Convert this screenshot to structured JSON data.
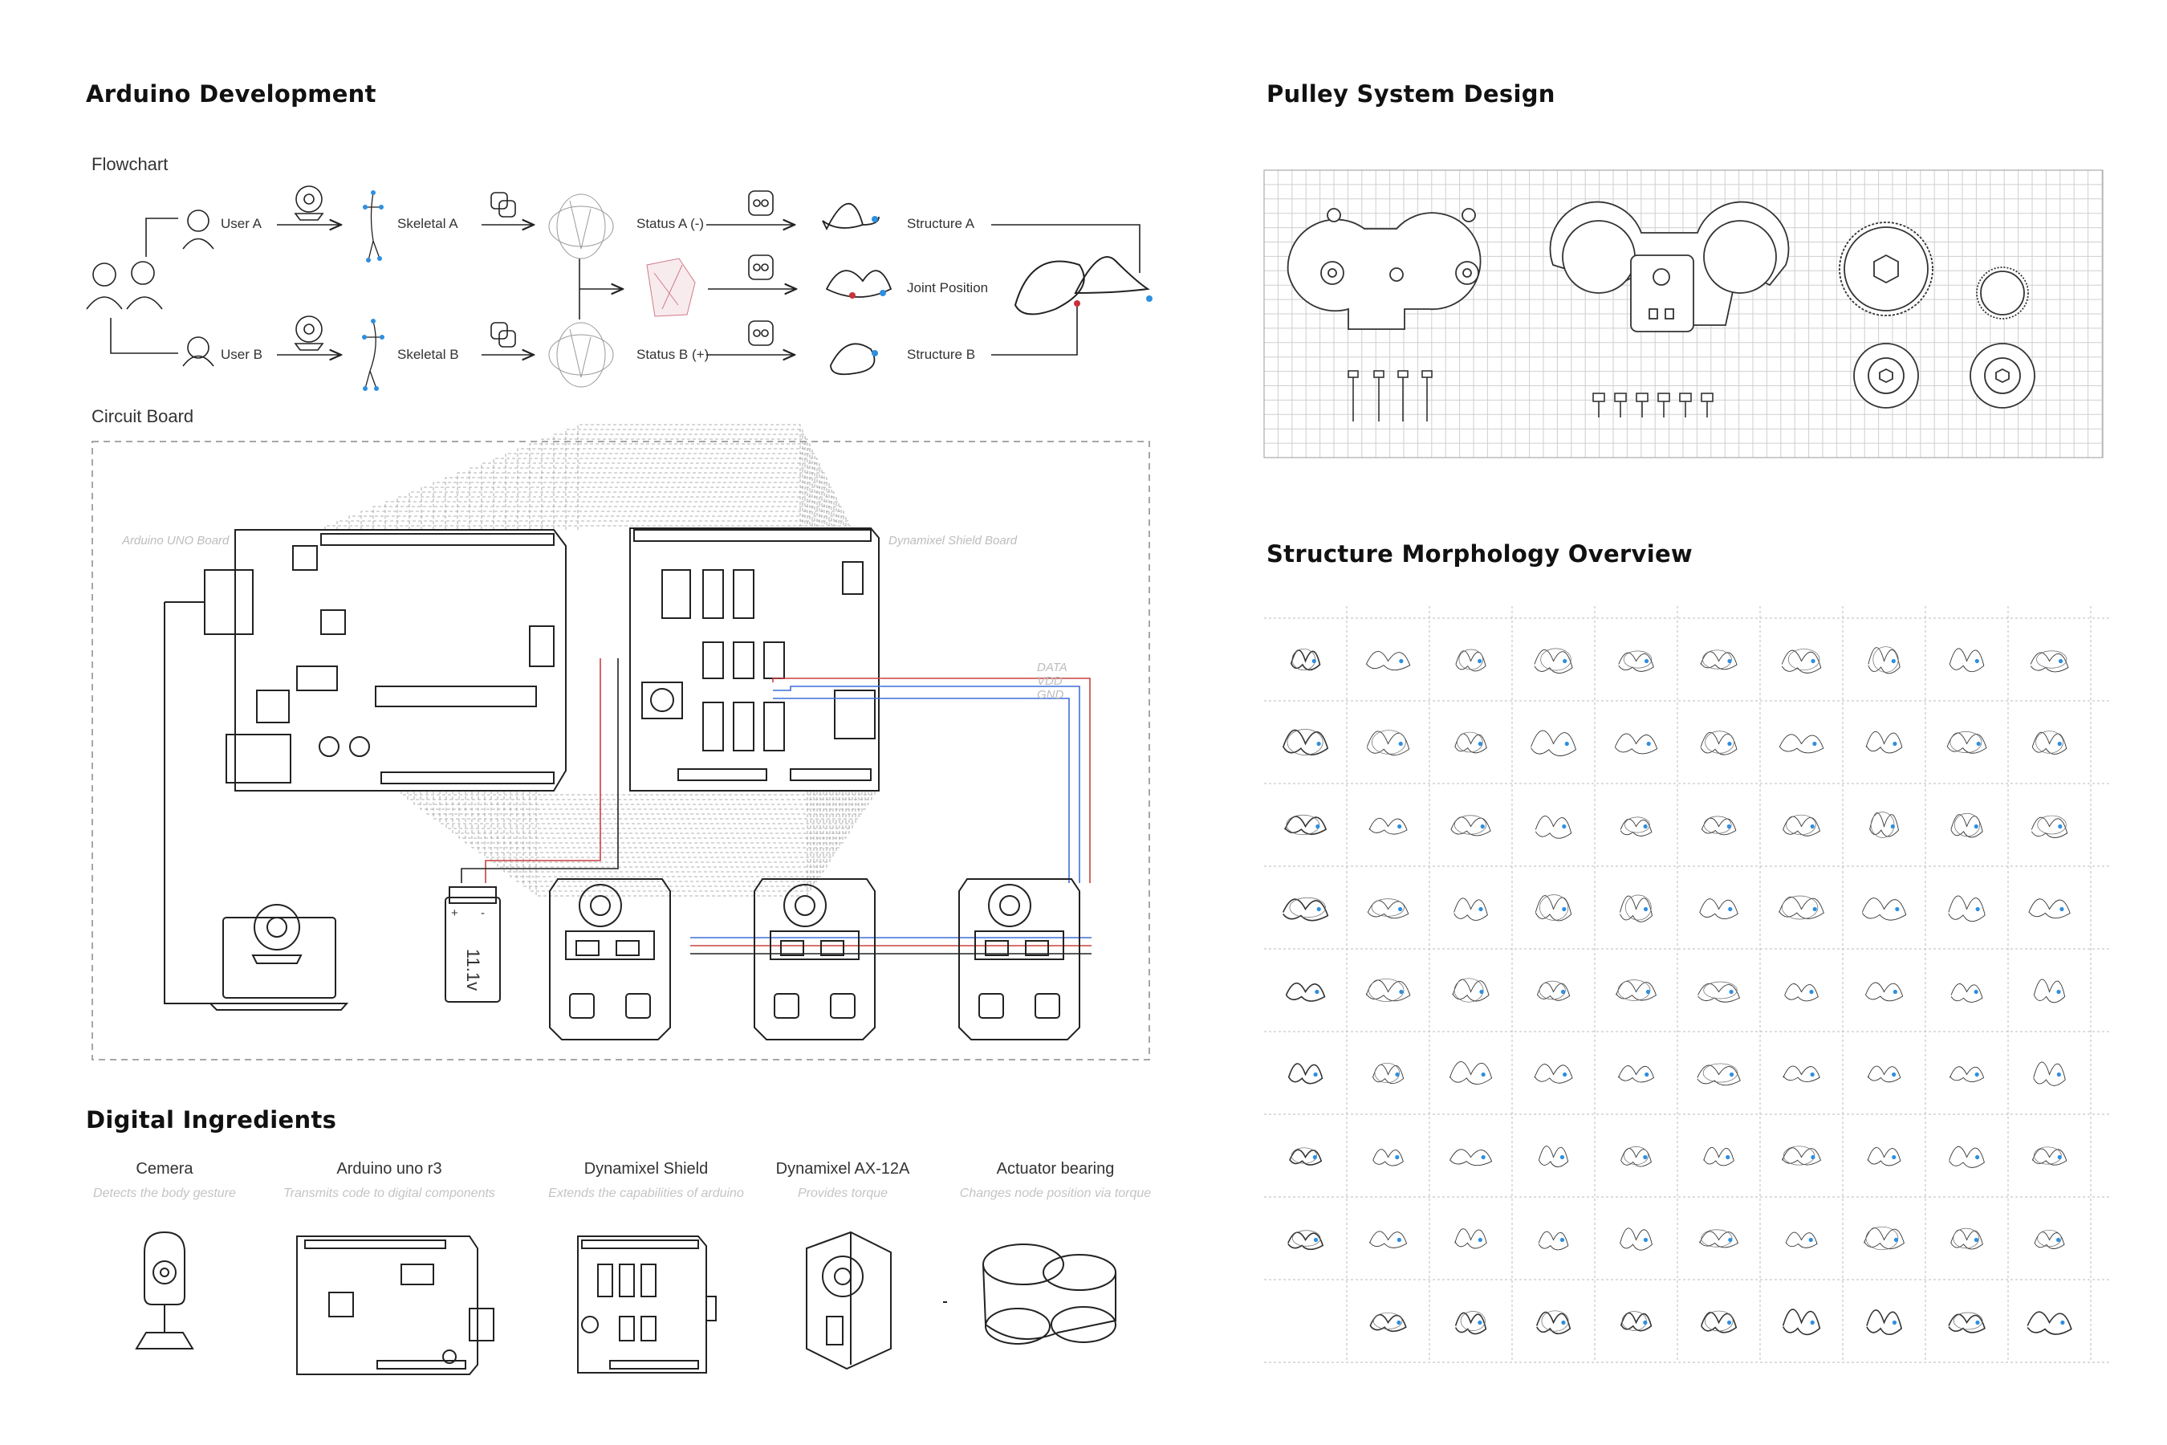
{
  "sections": {
    "arduino": "Arduino Development",
    "pulley": "Pulley System Design",
    "morphology": "Structure Morphology Overview",
    "ingredients": "Digital Ingredients"
  },
  "flowchart": {
    "title": "Flowchart",
    "user_a": "User A",
    "user_b": "User B",
    "skeletal_a": "Skeletal A",
    "skeletal_b": "Skeletal B",
    "status_a": "Status A (-)",
    "status_b": "Status B (+)",
    "structure_a": "Structure A",
    "joint_position": "Joint Position",
    "structure_b": "Structure B"
  },
  "circuit": {
    "title": "Circuit Board",
    "uno_label": "Arduino UNO Board",
    "shield_label": "Dynamixel Shield Board",
    "data": "DATA",
    "vdd": "VDD",
    "gnd": "GND",
    "battery": "11.1v",
    "plus": "+",
    "minus": "-"
  },
  "ingredients": [
    {
      "title": "Cemera",
      "desc": "Detects the body gesture"
    },
    {
      "title": "Arduino uno r3",
      "desc": "Transmits code to digital components"
    },
    {
      "title": "Dynamixel Shield",
      "desc": "Extends the capabilities of arduino"
    },
    {
      "title": "Dynamixel AX-12A",
      "desc": "Provides torque"
    },
    {
      "title": "Actuator bearing",
      "desc": "Changes node position via torque"
    }
  ],
  "colors": {
    "accent_blue": "#2e8fe0",
    "wire_red": "#c94040",
    "wire_blue": "#3f6fd8",
    "grid": "#cfcfcf"
  },
  "morphology_grid": {
    "rows": 9,
    "cols": 10
  }
}
